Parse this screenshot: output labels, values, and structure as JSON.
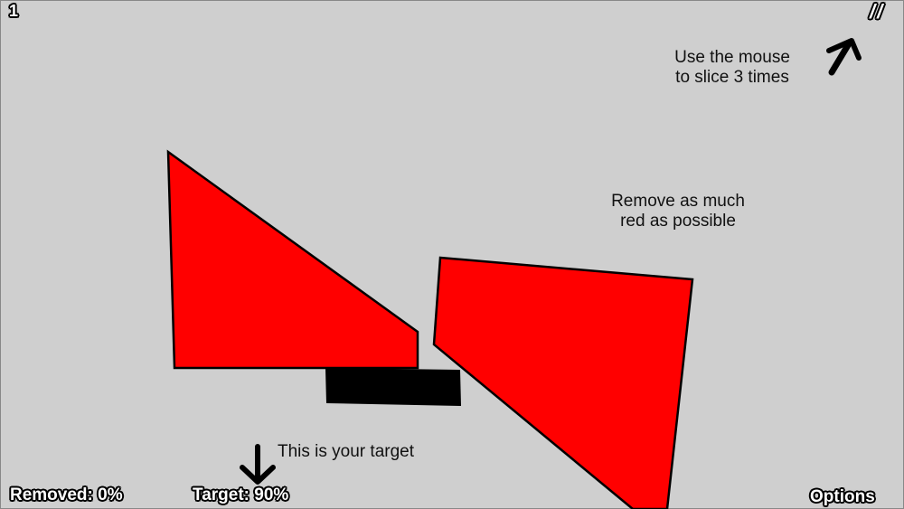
{
  "level": "1",
  "pause_label": "//",
  "hints": {
    "slice_line1": "Use the mouse",
    "slice_line2": "to slice 3 times",
    "remove_line1": "Remove as much",
    "remove_line2": "red as possible",
    "target_hint": "This is your target"
  },
  "status": {
    "removed": "Removed: 0%",
    "target": "Target: 90%",
    "options": "Options"
  },
  "colors": {
    "shape": "#ff0000",
    "background": "#cfcfcf",
    "obstacle": "#000000"
  }
}
